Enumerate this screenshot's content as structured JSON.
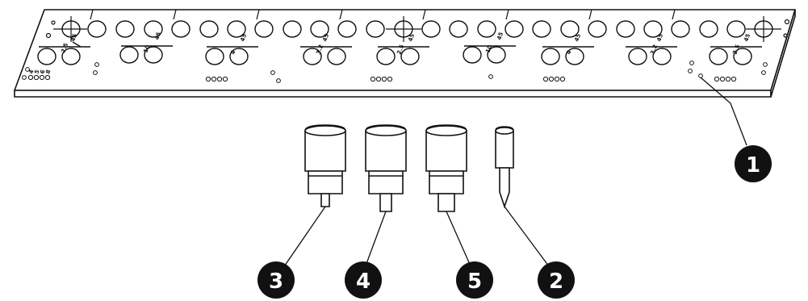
{
  "callouts": [
    {
      "id": "1",
      "label": "1",
      "target": "template-strip"
    },
    {
      "id": "2",
      "label": "2",
      "target": "pin-pointed"
    },
    {
      "id": "3",
      "label": "3",
      "target": "drill-guide-small"
    },
    {
      "id": "4",
      "label": "4",
      "target": "drill-guide-medium"
    },
    {
      "id": "5",
      "label": "5",
      "target": "drill-guide-large"
    }
  ],
  "strip_marks": {
    "size_labels": [
      "2.5",
      "10",
      "4",
      "3.2",
      "2.5",
      "10",
      "4",
      "3.2",
      "2.5"
    ],
    "angle_labels": [
      "45",
      "45",
      "45",
      "45",
      "45",
      "45",
      "45",
      "45",
      "45"
    ],
    "number_row": [
      "4",
      "5",
      "6",
      "8"
    ]
  },
  "colors": {
    "line": "#111111",
    "callout_fill": "#111111",
    "callout_text": "#ffffff",
    "background": "#ffffff"
  }
}
